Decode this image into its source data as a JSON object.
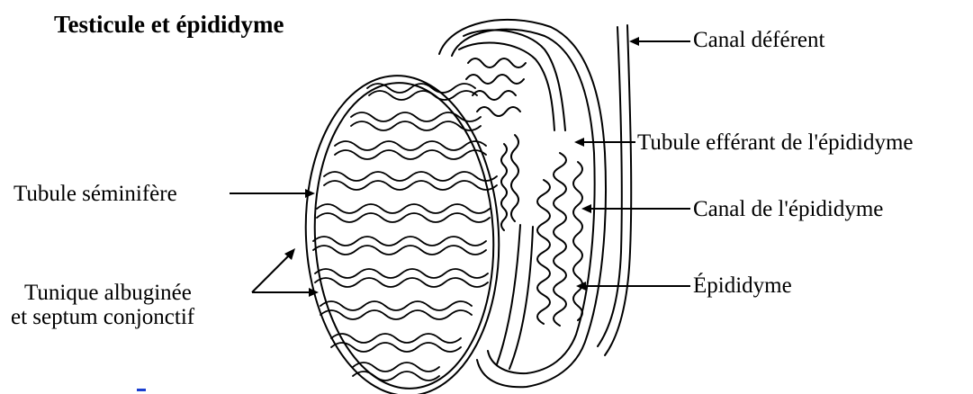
{
  "title": "Testicule et épididyme",
  "labels": {
    "canal_deferent": "Canal déférent",
    "tubule_efferant": "Tubule efférant de l'épididyme",
    "canal_epididyme": "Canal de l'épididyme",
    "epididyme": "Épididyme",
    "tubule_seminifere": "Tubule séminifère",
    "tunique_line1": "Tunique albuginée",
    "tunique_line2": "et septum conjonctif"
  },
  "colors": {
    "line": "#000000",
    "background": "#ffffff",
    "accent_mark": "#1a3fd0"
  }
}
